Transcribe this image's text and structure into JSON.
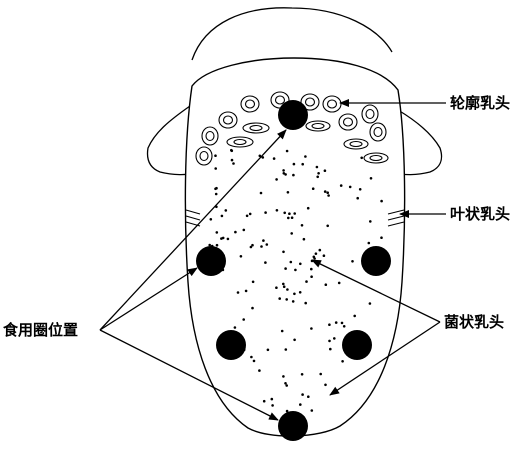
{
  "labels": {
    "circumvallate": "轮廓乳头",
    "foliate": "叶状乳头",
    "fungiform": "菌状乳头",
    "ring_position": "食用圈位置"
  },
  "colors": {
    "line": "#000000",
    "marker": "#000000",
    "background": "#ffffff"
  },
  "marker_count": 6
}
